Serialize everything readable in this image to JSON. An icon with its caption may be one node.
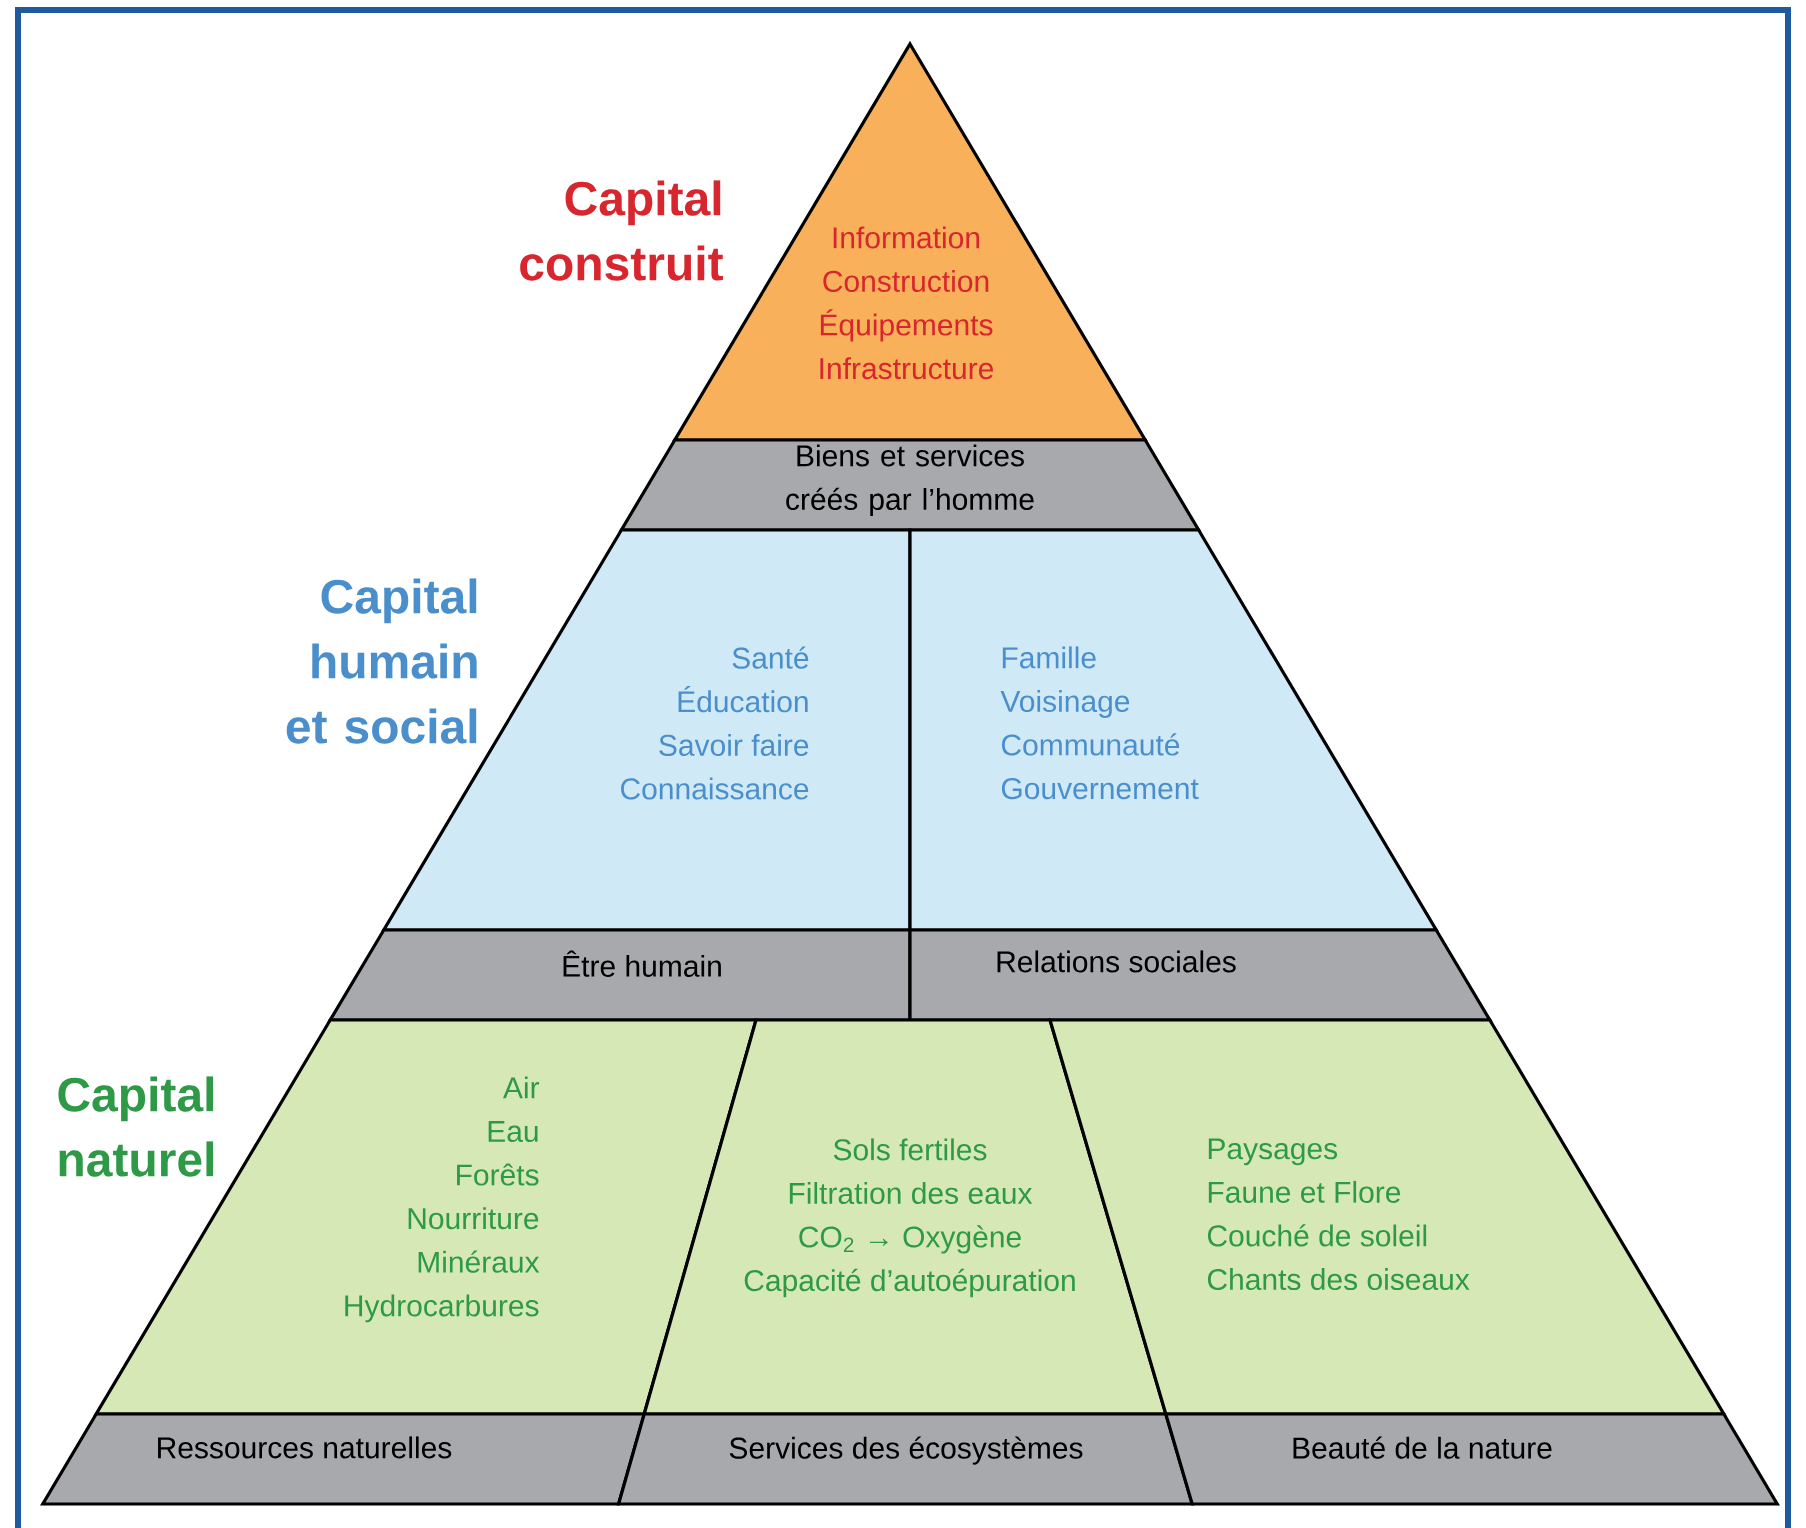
{
  "diagram": {
    "nodes": [
      {
        "text": [
          "Information",
          "Construction",
          "Équipements",
          "Infrastructure"
        ]
      },
      {
        "text": [
          "Biens et services créés par l’homme"
        ]
      },
      {
        "text": [
          "Santé",
          "Éducation",
          "Savoir faire",
          "Connaissance"
        ]
      },
      {
        "text": [
          "Famille",
          "Voisinage",
          "Communauté",
          "Gouvernement"
        ]
      },
      {
        "text": [
          "Être humain"
        ]
      },
      {
        "text": [
          "Relations sociales"
        ]
      },
      {
        "text": [
          "Air",
          "Eau",
          "Forêts",
          "Nourriture",
          "Minéraux",
          "Hydrocarbures"
        ]
      },
      {
        "text": [
          "Sols fertiles",
          "Filtration des eaux",
          "CO$_{2}$ → Oxygène",
          "Capacité d’autoépuration"
        ]
      },
      {
        "text": [
          "Paysages",
          "Faune et Flore",
          "Couché de soleil",
          "Chants des oiseaux"
        ]
      },
      {
        "text": [
          "Ressources naturelles"
        ]
      },
      {
        "text": [
          "Services des écosystèmes"
        ]
      },
      {
        "text": [
          "Beauté de la nature"
        ]
      }
    ],
    "labels": [
      "Capital construit",
      "Capital humain et social",
      "Capital naturel"
    ]
  }
}
